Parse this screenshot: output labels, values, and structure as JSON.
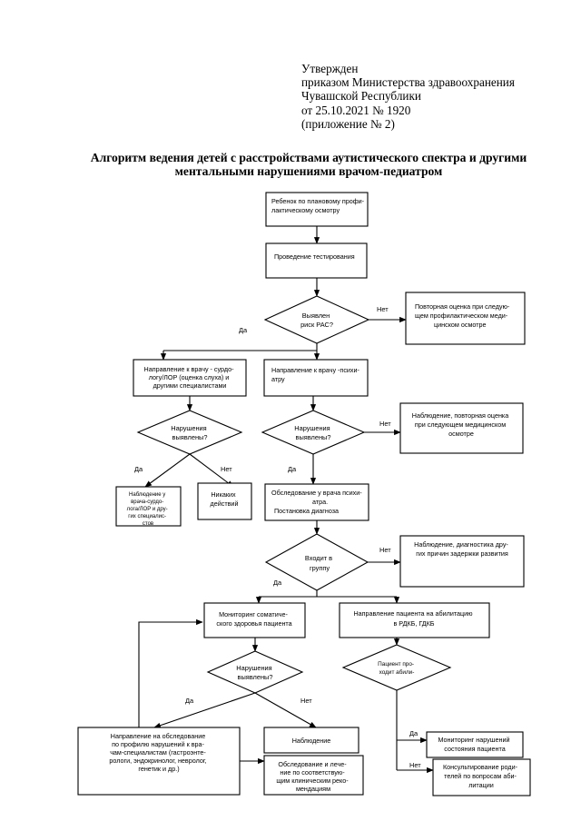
{
  "header": {
    "lines": [
      "Утвержден",
      "приказом Министерства здравоохранения",
      "Чувашской Республики",
      "от 25.10.2021 № 1920",
      "(приложение № 2)"
    ]
  },
  "title": {
    "lines": [
      "Алгоритм ведения детей с расстройствами аутистического спектра и другими",
      "ментальными нарушениями врачом-педиатром"
    ]
  },
  "flowchart": {
    "boxes": {
      "start": [
        "Ребенок по плановому профи-",
        "лактическому осмотру"
      ],
      "testing": [
        "Проведение  тестирования"
      ],
      "repeat_assessment": [
        "Повторная оценка при следую-",
        "щем профилактическом меди-",
        "цинском осмотре"
      ],
      "surdologist": [
        "Направление к врачу - сурдо-",
        "логу/ЛОР (оценка слуха) и",
        "другими специалистами"
      ],
      "psychiatrist": [
        "Направление к врачу -психи-",
        "атру"
      ],
      "observation_repeat": [
        "Наблюдение, повторная оценка",
        "при следующем медицинском",
        "осмотре"
      ],
      "specialists_observation": [
        "Наблюдение у",
        "врача-сурдо-",
        "лога/ЛОР и дру-",
        "гих специалис-",
        "стов"
      ],
      "no_action": [
        "Никаких",
        "действий"
      ],
      "psychiatric_exam": [
        "Обследование у врача психи-",
        "атра.",
        "Постановка диагноза"
      ],
      "observation_diagnostics": [
        "Наблюдение, диагностика дру-",
        "гих причин задержки развития"
      ],
      "monitoring_somatic": [
        "Мониторинг соматиче-",
        "ского здоровья пациента"
      ],
      "habilitation": [
        "Направление пациента на абилитацию",
        "в  РДКБ, ГДКБ"
      ],
      "referral_specialists": [
        "Направление на обследование",
        "по профилю нарушений к вра-",
        "чам-специалистам (гастроэнте-",
        "рологи, эндокринолог, невролог,",
        "генетик и др.)"
      ],
      "observation": [
        "Наблюдение"
      ],
      "treatment": [
        "Обследование и лече-",
        "ние по соответствую-",
        "щим клиническим реко-",
        "мендациям"
      ],
      "monitoring_disorders": [
        "Мониторинг нарушений",
        "состояния пациента"
      ],
      "parent_consulting": [
        "Консультирование роди-",
        "телей по вопросам аби-",
        "литации"
      ]
    },
    "decisions": {
      "ras_detected": [
        "Выявлен",
        "риск РАС?"
      ],
      "hearing_violations": [
        "Нарушения",
        "выявлены?"
      ],
      "psych_violations": [
        "Нарушения",
        "выявлены?"
      ],
      "in_group": [
        "Входит в",
        "группу"
      ],
      "somatic_violations": [
        "Нарушения",
        "выявлены?"
      ],
      "habilitation_pass": [
        "Пациент про-",
        "ходит абили-"
      ]
    },
    "labels": {
      "yes": "Да",
      "no": "Нет"
    }
  }
}
